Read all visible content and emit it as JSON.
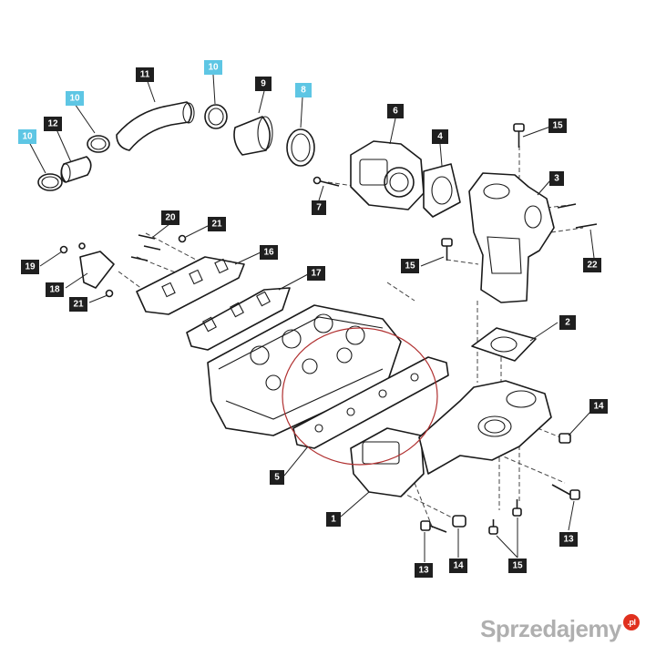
{
  "diagram": {
    "callouts": [
      {
        "id": "c11",
        "text": "11",
        "highlight": false
      },
      {
        "id": "c10a",
        "text": "10",
        "highlight": true
      },
      {
        "id": "c9",
        "text": "9",
        "highlight": false
      },
      {
        "id": "c8",
        "text": "8",
        "highlight": true
      },
      {
        "id": "c10b",
        "text": "10",
        "highlight": true
      },
      {
        "id": "c12",
        "text": "12",
        "highlight": false
      },
      {
        "id": "c10c",
        "text": "10",
        "highlight": true
      },
      {
        "id": "c6",
        "text": "6",
        "highlight": false
      },
      {
        "id": "c4",
        "text": "4",
        "highlight": false
      },
      {
        "id": "c15a",
        "text": "15",
        "highlight": false
      },
      {
        "id": "c7",
        "text": "7",
        "highlight": false
      },
      {
        "id": "c3",
        "text": "3",
        "highlight": false
      },
      {
        "id": "c20",
        "text": "20",
        "highlight": false
      },
      {
        "id": "c21a",
        "text": "21",
        "highlight": false
      },
      {
        "id": "c16",
        "text": "16",
        "highlight": false
      },
      {
        "id": "c19",
        "text": "19",
        "highlight": false
      },
      {
        "id": "c15b",
        "text": "15",
        "highlight": false
      },
      {
        "id": "c22",
        "text": "22",
        "highlight": false
      },
      {
        "id": "c17",
        "text": "17",
        "highlight": false
      },
      {
        "id": "c18",
        "text": "18",
        "highlight": false
      },
      {
        "id": "c21b",
        "text": "21",
        "highlight": false
      },
      {
        "id": "c2",
        "text": "2",
        "highlight": false
      },
      {
        "id": "c14a",
        "text": "14",
        "highlight": false
      },
      {
        "id": "c5",
        "text": "5",
        "highlight": false
      },
      {
        "id": "c1",
        "text": "1",
        "highlight": false
      },
      {
        "id": "c13a",
        "text": "13",
        "highlight": false
      },
      {
        "id": "c13b",
        "text": "13",
        "highlight": false
      },
      {
        "id": "c14b",
        "text": "14",
        "highlight": false
      },
      {
        "id": "c15c",
        "text": "15",
        "highlight": false
      }
    ]
  },
  "colors": {
    "callout_dark": "#1f1f1f",
    "callout_highlight": "#5ec6e4",
    "circle_mark": "#b03030",
    "watermark_badge": "#e0301e"
  },
  "watermark": {
    "text": "Sprzedajemy",
    "badge": ".pl"
  }
}
